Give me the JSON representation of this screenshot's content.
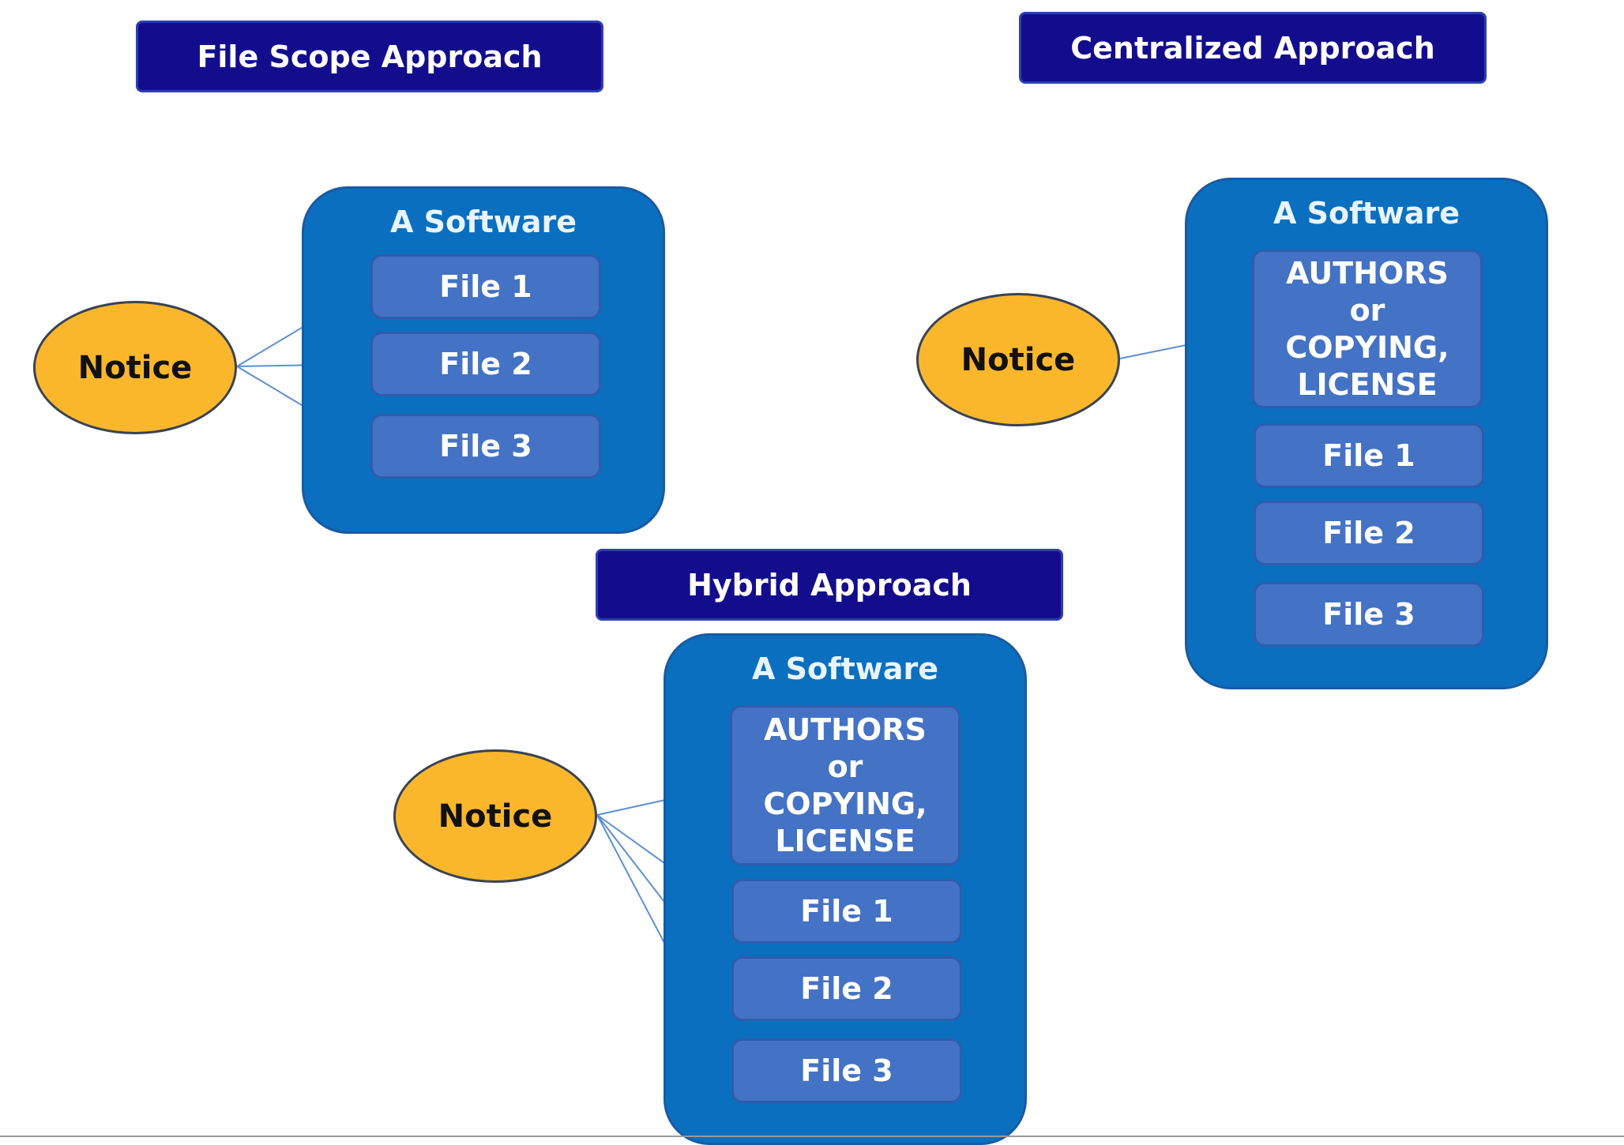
{
  "panels": {
    "file_scope": {
      "title": "File Scope Approach",
      "software_label": "A Software",
      "notice": "Notice",
      "files": [
        "File 1",
        "File 2",
        "File 3"
      ]
    },
    "centralized": {
      "title": "Centralized Approach",
      "software_label": "A Software",
      "notice": "Notice",
      "meta_file": "AUTHORS\nor\nCOPYING,\nLICENSE",
      "files": [
        "File 1",
        "File 2",
        "File 3"
      ]
    },
    "hybrid": {
      "title": "Hybrid Approach",
      "software_label": "A Software",
      "notice": "Notice",
      "meta_file": "AUTHORS\nor\nCOPYING,\nLICENSE",
      "files": [
        "File 1",
        "File 2",
        "File 3"
      ]
    }
  },
  "colors": {
    "title_bg": "#130d8e",
    "software_bg": "#0a6fbf",
    "file_bg": "#4472c4",
    "notice_bg": "#fbb72c",
    "arrow": "#5b8fd6"
  }
}
